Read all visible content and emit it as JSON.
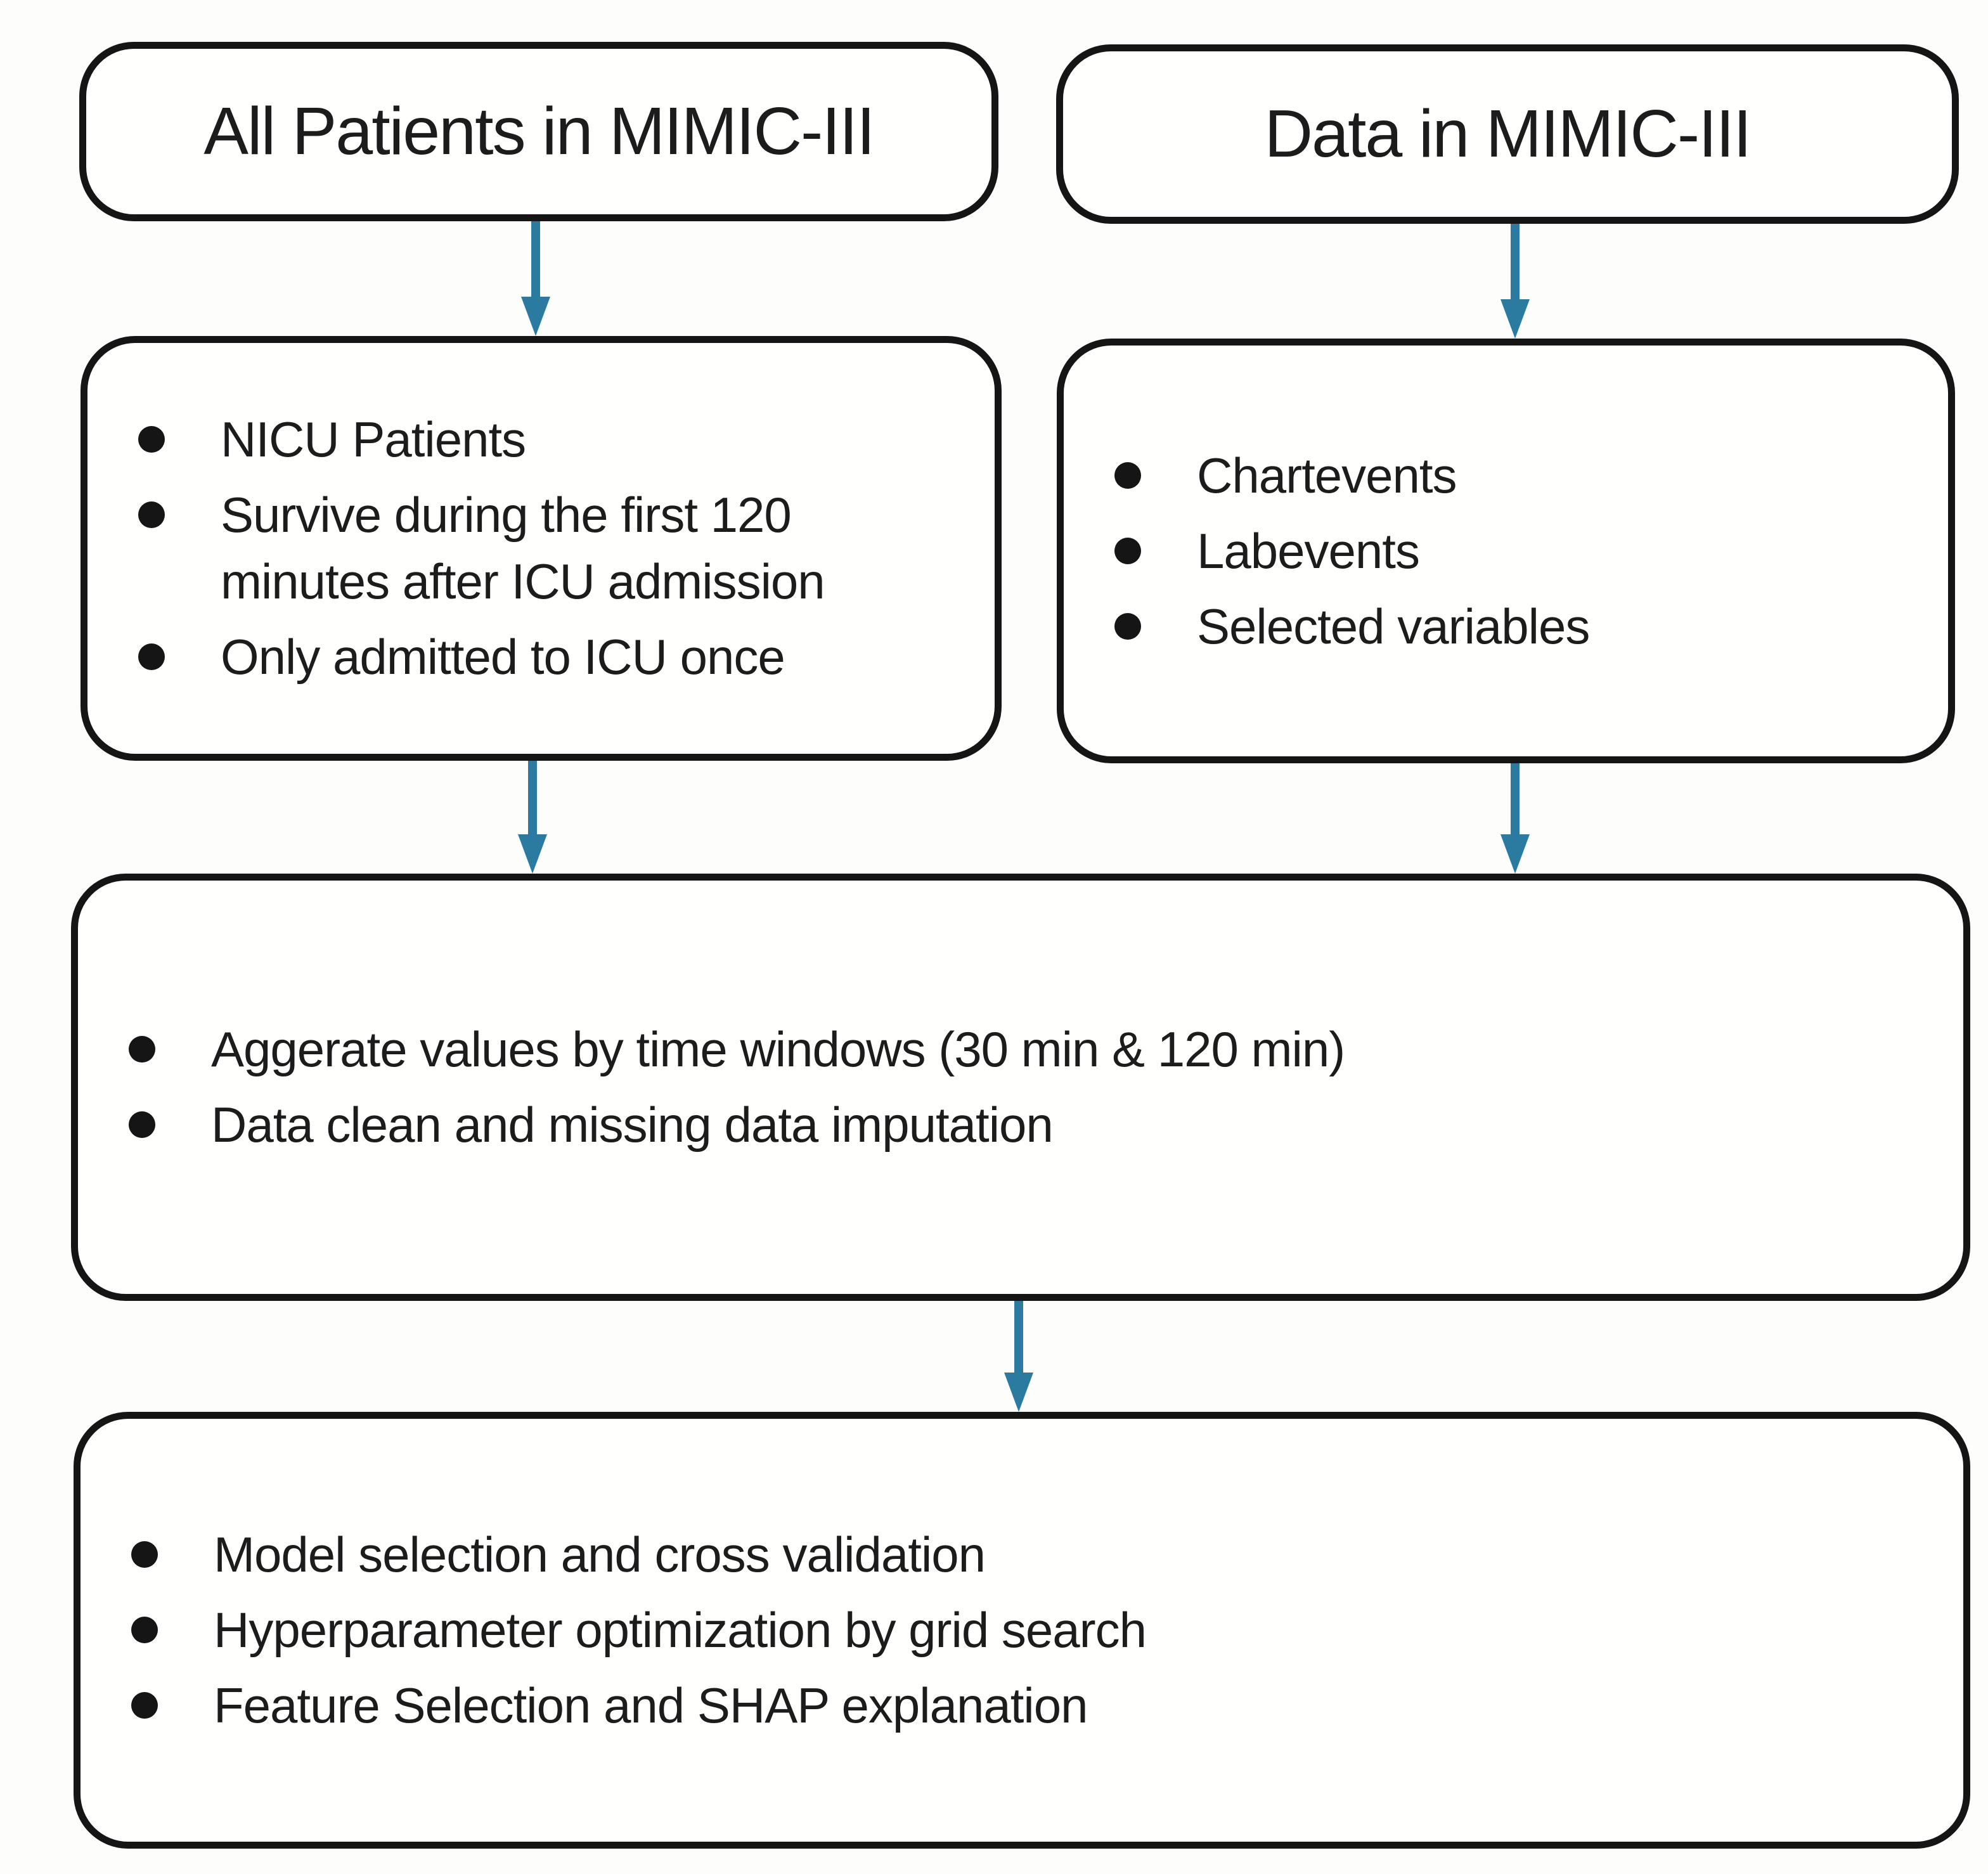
{
  "colors": {
    "background": "#fdfdfb",
    "box_border": "#151515",
    "text": "#1c1c1c",
    "arrow": "#2b7aa0"
  },
  "boxes": {
    "all_patients": {
      "title": "All Patients in MIMIC-III"
    },
    "data_in_mimic": {
      "title": "Data in MIMIC-III"
    },
    "cohort": {
      "bullets": [
        "NICU Patients",
        "Survive during the first 120 minutes after ICU admission",
        "Only admitted to ICU once"
      ]
    },
    "tables": {
      "bullets": [
        "Chartevents",
        "Labevents",
        "Selected variables"
      ]
    },
    "preprocessing": {
      "bullets": [
        "Aggerate values by time windows (30 min & 120 min)",
        "Data clean and missing data imputation"
      ]
    },
    "modeling": {
      "bullets": [
        "Model selection and cross validation",
        "Hyperparameter optimization by grid search",
        "Feature Selection and SHAP explanation"
      ]
    }
  }
}
